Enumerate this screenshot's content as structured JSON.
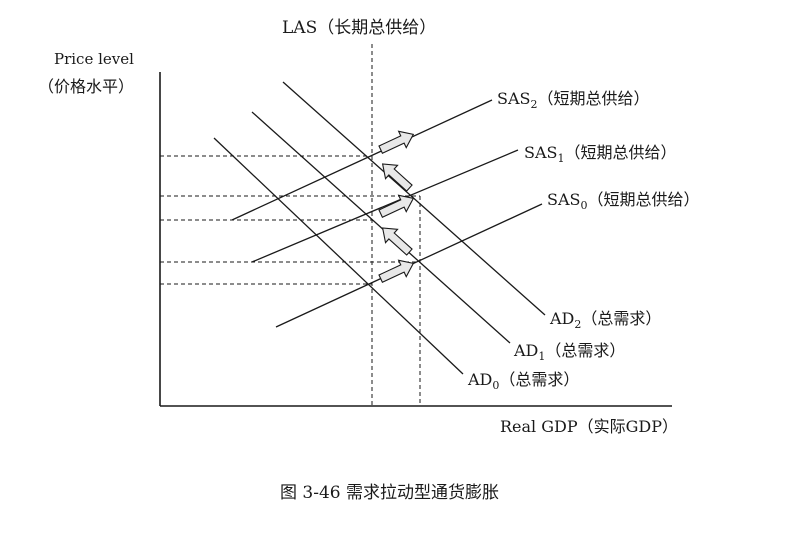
{
  "diagram": {
    "las_label": "LAS（长期总供给）",
    "y_axis_label_line1": "Price level",
    "y_axis_label_line2": "（价格水平）",
    "x_axis_label": "Real GDP（实际GDP）",
    "caption": "图 3-46  需求拉动型通货膨胀",
    "sas_curves": [
      {
        "base": "SAS",
        "sub": "2",
        "suffix": "（短期总供给）"
      },
      {
        "base": "SAS",
        "sub": "1",
        "suffix": "（短期总供给）"
      },
      {
        "base": "SAS",
        "sub": "0",
        "suffix": "（短期总供给）"
      }
    ],
    "ad_curves": [
      {
        "base": "AD",
        "sub": "2",
        "suffix": "（总需求）"
      },
      {
        "base": "AD",
        "sub": "1",
        "suffix": "（总需求）"
      },
      {
        "base": "AD",
        "sub": "0",
        "suffix": "（总需求）"
      }
    ]
  }
}
